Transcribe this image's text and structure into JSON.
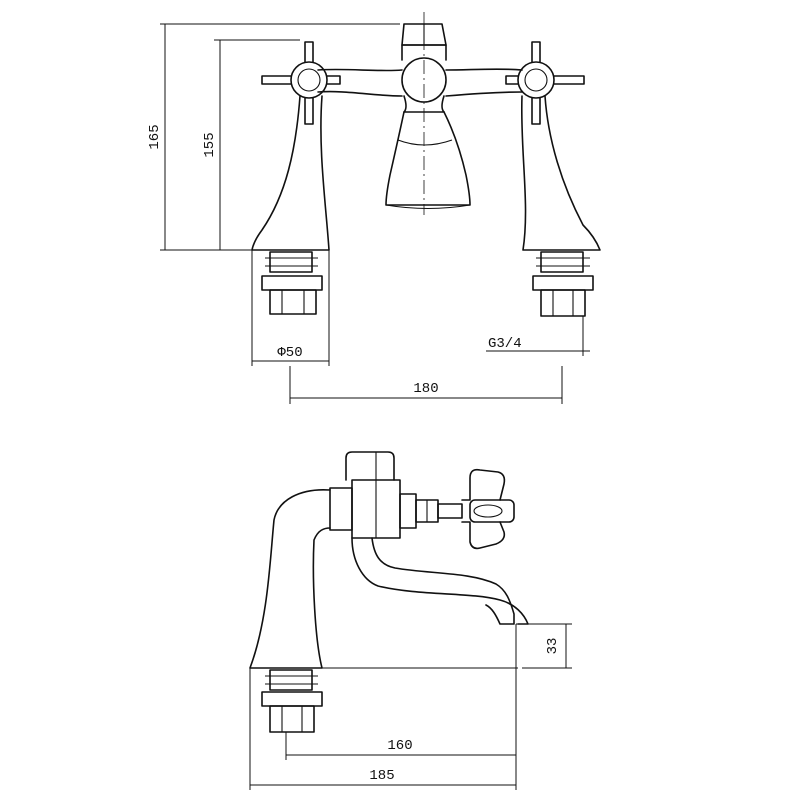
{
  "front_view": {
    "dim_overall_height": "165",
    "dim_body_height": "155",
    "dim_base_diameter": "Φ50",
    "dim_thread": "G3/4",
    "dim_center_distance": "180"
  },
  "side_view": {
    "dim_outlet_height": "33",
    "dim_reach": "160",
    "dim_overall_depth": "185"
  }
}
